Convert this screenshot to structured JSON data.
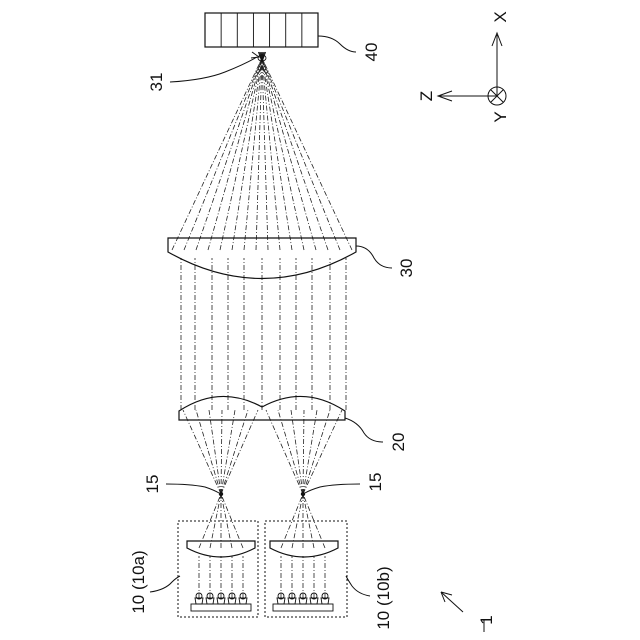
{
  "labels": {
    "ref_1": "1",
    "ref_10a": "10 (10a)",
    "ref_10b": "10 (10b)",
    "ref_15a": "15",
    "ref_15b": "15",
    "ref_20": "20",
    "ref_30": "30",
    "ref_31": "31",
    "ref_40": "40",
    "axis_x": "X",
    "axis_y": "Y",
    "axis_z": "Z"
  }
}
